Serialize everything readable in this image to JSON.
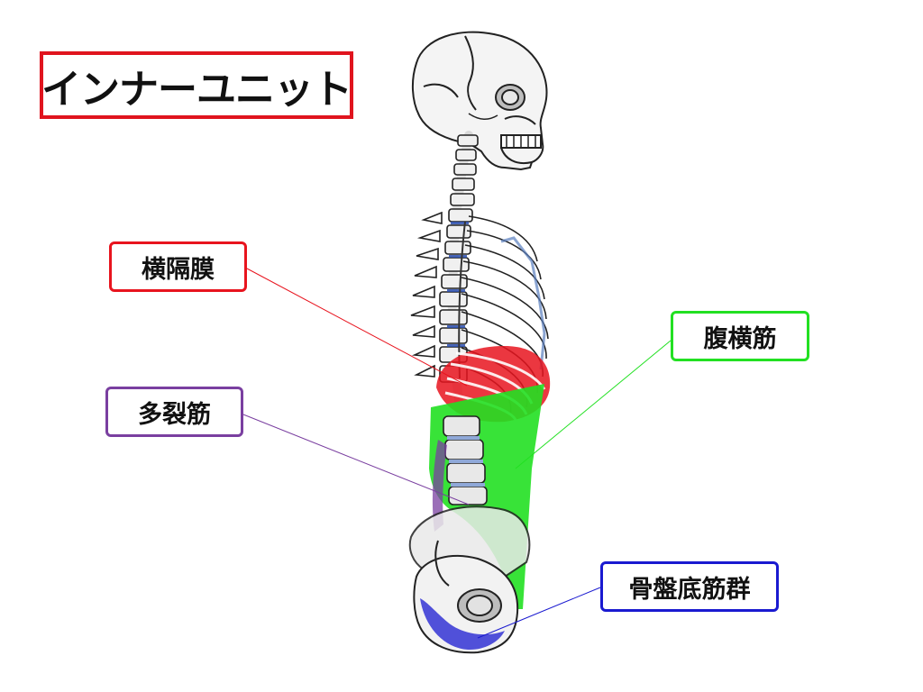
{
  "title": "インナーユニット",
  "labels": {
    "diaphragm": "横隔膜",
    "transversus_abdominis": "腹横筋",
    "multifidus": "多裂筋",
    "pelvic_floor": "骨盤底筋群"
  },
  "colors": {
    "title_border": "#e0141e",
    "diaphragm": "#e8141e",
    "transversus_abdominis": "#22e022",
    "multifidus": "#7a3fa0",
    "pelvic_floor": "#1a1ad0",
    "bone_outline": "#222222",
    "bone_fill": "#f2f2f2"
  }
}
